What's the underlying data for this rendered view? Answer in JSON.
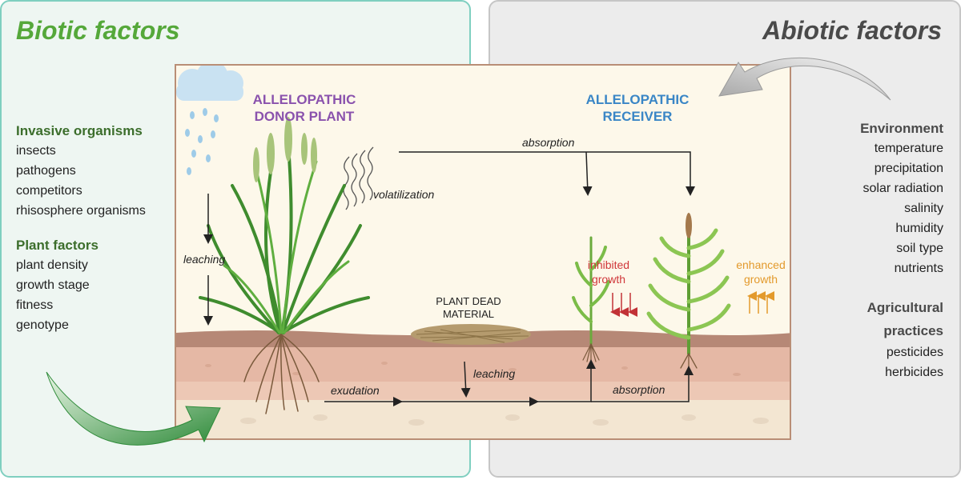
{
  "biotic": {
    "title": "Biotic factors",
    "invasive_heading": "Invasive organisms",
    "invasive_items": [
      "insects",
      "pathogens",
      "competitors",
      "rhisosphere organisms"
    ],
    "plant_heading": "Plant factors",
    "plant_items": [
      "plant density",
      "growth stage",
      "fitness",
      "genotype"
    ]
  },
  "abiotic": {
    "title": "Abiotic factors",
    "environment_heading": "Environment",
    "environment_items": [
      "temperature",
      "precipitation",
      "solar radiation",
      "salinity",
      "humidity",
      "soil type",
      "nutrients"
    ],
    "agri_heading_line1": "Agricultural",
    "agri_heading_line2": "practices",
    "agri_items": [
      "pesticides",
      "herbicides"
    ]
  },
  "scene": {
    "donor_line1": "ALLELOPATHIC",
    "donor_line2": "DONOR PLANT",
    "receiver_line1": "ALLELOPATHIC",
    "receiver_line2": "RECEIVER",
    "absorption_top": "absorption",
    "volatilization": "volatilization",
    "leaching_left": "leaching",
    "dead_line1": "PLANT DEAD",
    "dead_line2": "MATERIAL",
    "leaching_soil": "leaching",
    "exudation": "exudation",
    "absorption_soil": "absorption",
    "inhibited_line1": "inhibited",
    "inhibited_line2": "growth",
    "enhanced_line1": "enhanced",
    "enhanced_line2": "growth"
  },
  "colors": {
    "biotic_green": "#55a83a",
    "donor_purple": "#8a52ad",
    "receiver_blue": "#3a86c6",
    "inhibited_red": "#d0373a",
    "enhanced_orange": "#e39a2c"
  }
}
